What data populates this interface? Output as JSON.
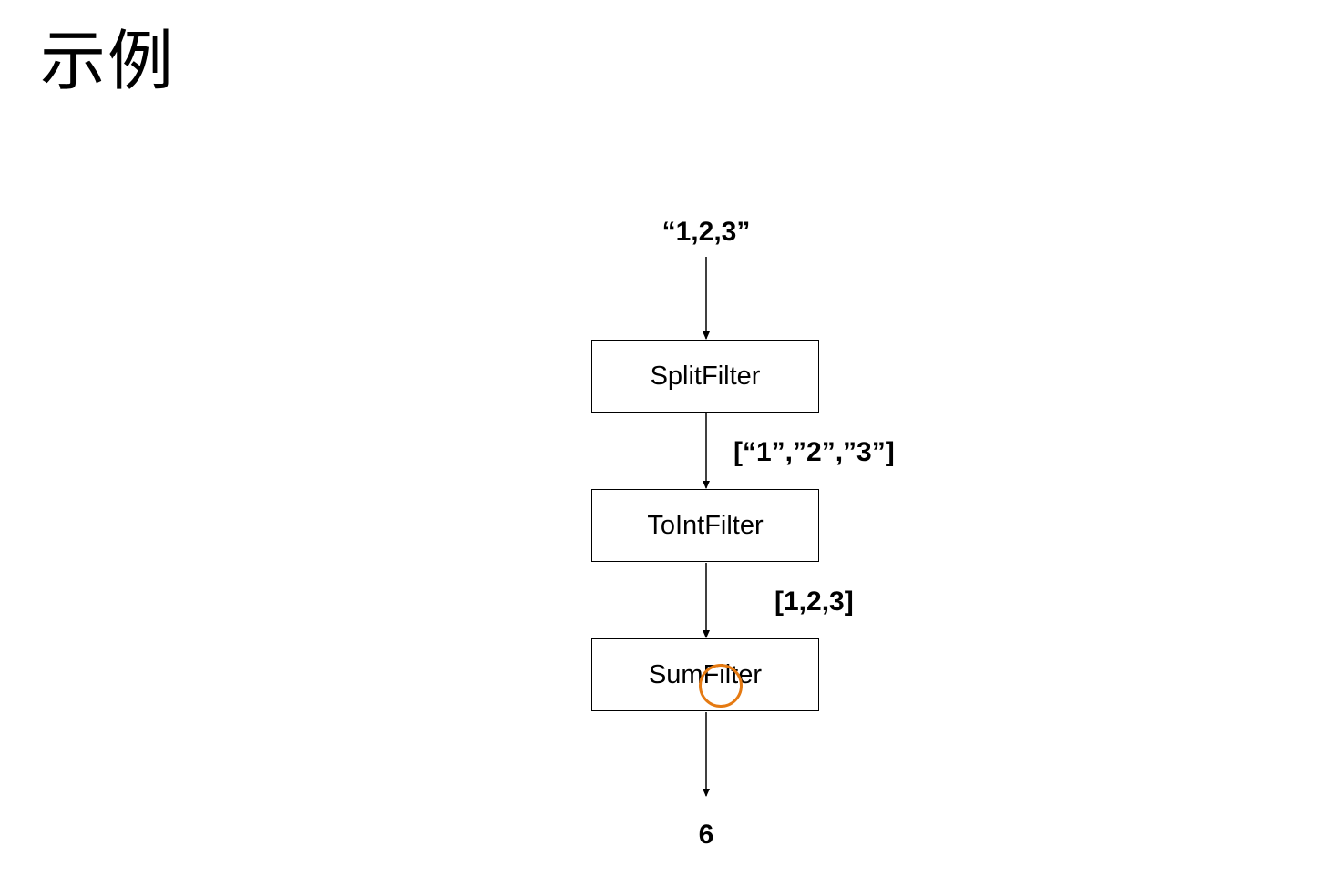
{
  "slide": {
    "title": "示例"
  },
  "diagram": {
    "input": "“1,2,3”",
    "filters": [
      {
        "label": "SplitFilter"
      },
      {
        "label": "ToIntFilter"
      },
      {
        "label": "SumFilter"
      }
    ],
    "edge_labels": [
      "[“1”,”2”,”3”]",
      "[1,2,3]"
    ],
    "output": "6"
  },
  "colors": {
    "stroke": "#000000",
    "cursor_highlight": "#e57a12"
  }
}
